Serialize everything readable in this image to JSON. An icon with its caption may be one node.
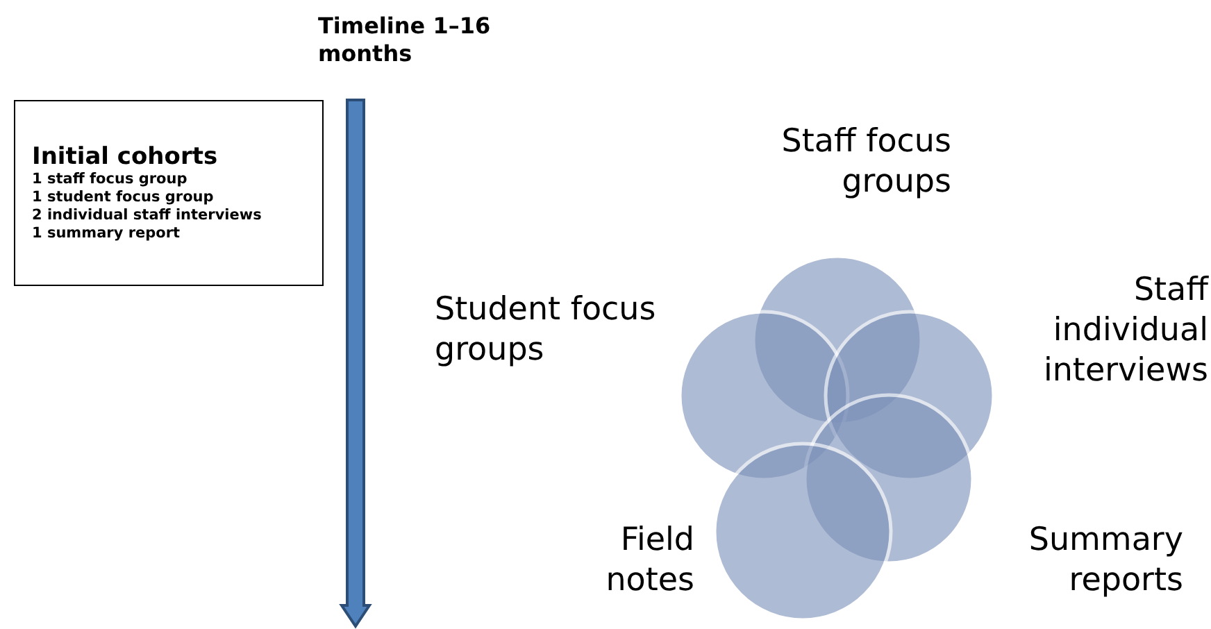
{
  "diagram": {
    "nodes": [
      {
        "text": [
          "Initial cohorts",
          "1 staff focus group",
          "1 student focus group",
          "2 individual staff interviews",
          "1 summary report"
        ]
      },
      {
        "text": [
          "Staff focus groups"
        ]
      },
      {
        "text": [
          "Student focus groups"
        ]
      },
      {
        "text": [
          "Staff individual interviews"
        ]
      },
      {
        "text": [
          "Summary reports"
        ]
      },
      {
        "text": [
          "Field notes"
        ]
      }
    ],
    "edges": [],
    "labels": [
      "Timeline 1–16 months"
    ]
  }
}
